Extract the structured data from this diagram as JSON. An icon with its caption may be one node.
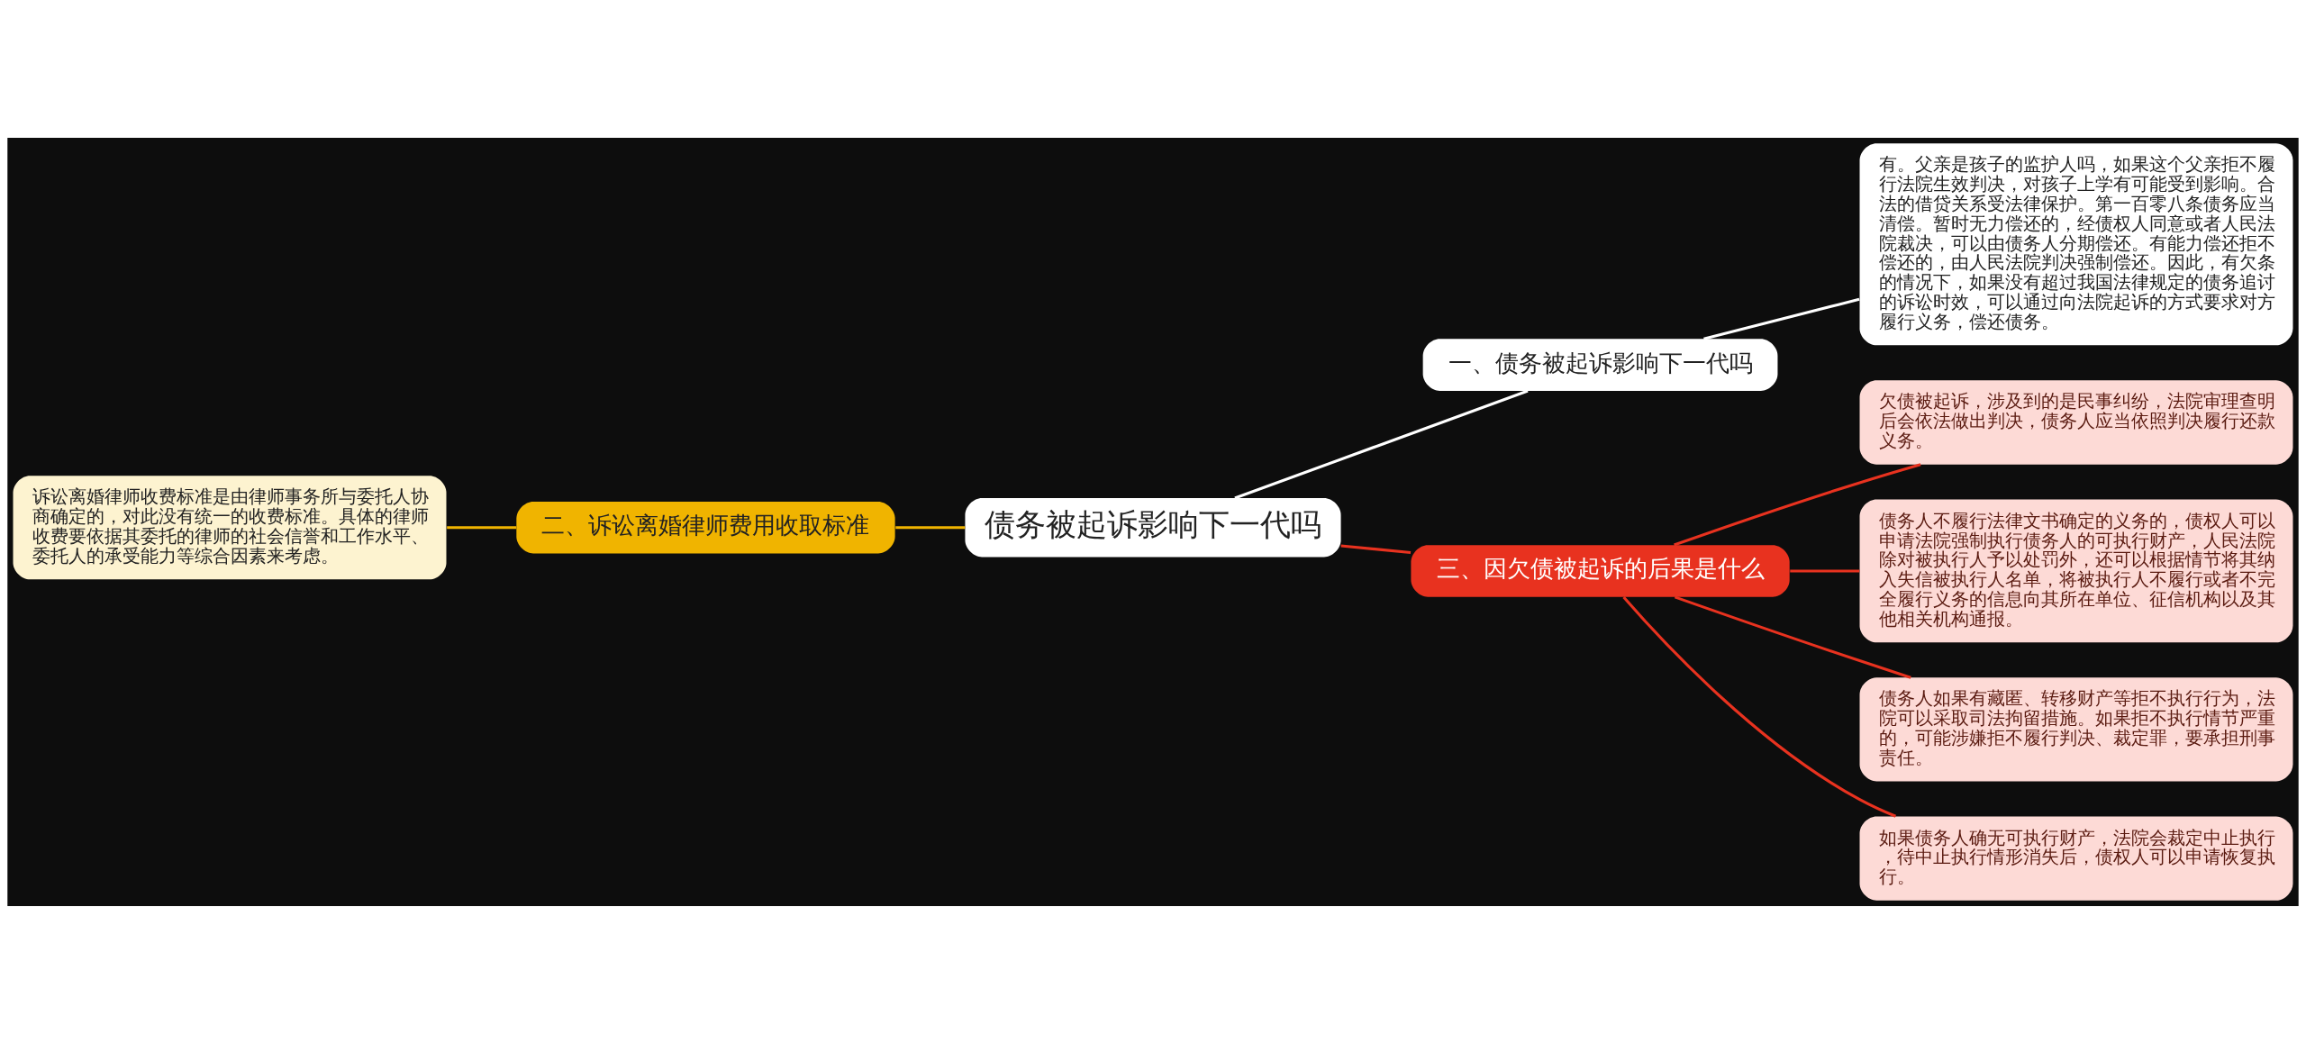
{
  "diagram": {
    "nodes": [
      {
        "text": [
          "债务被起诉影响下一代吗"
        ]
      },
      {
        "text": [
          "一、债务被起诉影响下一代吗"
        ]
      },
      {
        "text": [
          "有。父亲是孩子的监护人吗，如果这个父亲拒不履行法院生效判决，对孩子上学有可能受到影响。合法的借贷关系受法律保护。第一百零八条债务应当清偿。暂时无力偿还的，经债权人同意或者人民法院裁决，可以由债务人分期偿还。有能力偿还拒不偿还的，由人民法院判决强制偿还。因此，有欠条的情况下，如果没有超过我国法律规定的债务追讨的诉讼时效，可以通过向法院起诉的方式要求对方履行义务，偿还债务。"
        ]
      },
      {
        "text": [
          "二、诉讼离婚律师费用收取标准"
        ]
      },
      {
        "text": [
          "诉讼离婚律师收费标准是由律师事务所与委托人协商确定的，对此没有统一的收费标准。具体的律师收费要依据其委托的律师的社会信誉和工作水平、委托人的承受能力等综合因素来考虑。"
        ]
      },
      {
        "text": [
          "三、因欠债被起诉的后果是什么"
        ]
      },
      {
        "text": [
          "欠债被起诉，涉及到的是民事纠纷，法院审理查明后会依法做出判决，债务人应当依照判决履行还款义务。"
        ]
      },
      {
        "text": [
          "债务人不履行法律文书确定的义务的，债权人可以申请法院强制执行债务人的可执行财产，人民法院除对被执行人予以处罚外，还可以根据情节将其纳入失信被执行人名单，将被执行人不履行或者不完全履行义务的信息向其所在单位、征信机构以及其他相关机构通报。"
        ]
      },
      {
        "text": [
          "债务人如果有藏匿、转移财产等拒不执行行为，法院可以采取司法拘留措施。如果拒不执行情节严重的，可能涉嫌拒不履行判决、裁定罪，要承担刑事责任。"
        ]
      },
      {
        "text": [
          "如果债务人确无可执行财产，法院会裁定中止执行，待中止执行情形消失后，债权人可以申请恢复执行。"
        ]
      }
    ],
    "edges": [
      {
        "from": 0,
        "to": 1,
        "arrow": "none",
        "color": "#ffffff"
      },
      {
        "from": 1,
        "to": 2,
        "arrow": "none",
        "color": "#ffffff"
      },
      {
        "from": 0,
        "to": 3,
        "arrow": "none",
        "color": "#f0b400"
      },
      {
        "from": 3,
        "to": 4,
        "arrow": "none",
        "color": "#f0b400"
      },
      {
        "from": 0,
        "to": 5,
        "arrow": "none"
      },
      {
        "from": 5,
        "to": 6,
        "arrow": "none"
      },
      {
        "from": 5,
        "to": 7,
        "arrow": "none"
      },
      {
        "from": 5,
        "to": 8,
        "arrow": "none"
      },
      {
        "from": 5,
        "to": 9,
        "arrow": "none"
      }
    ]
  }
}
